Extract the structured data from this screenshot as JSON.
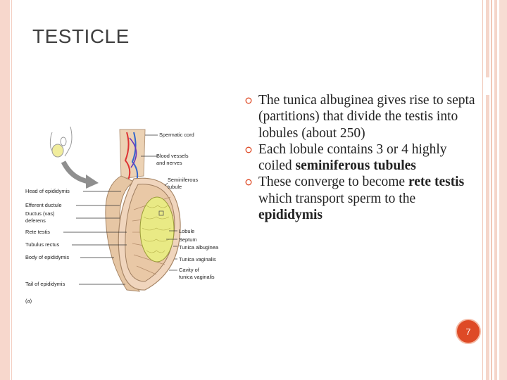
{
  "slide": {
    "title": "TESTICLE",
    "page_number": "7"
  },
  "bullets": [
    {
      "parts": [
        {
          "text": "The tunica albuginea gives rise to septa (partitions)  that divide the testis into lobules (about 250)",
          "bold": false
        }
      ]
    },
    {
      "parts": [
        {
          "text": "Each lobule contains 3 or 4 highly coiled ",
          "bold": false
        },
        {
          "text": "seminiferous tubules",
          "bold": true
        }
      ]
    },
    {
      "parts": [
        {
          "text": "These converge to become ",
          "bold": false
        },
        {
          "text": "rete testis",
          "bold": true
        },
        {
          "text": " which transport sperm to the ",
          "bold": false
        },
        {
          "text": "epididymis",
          "bold": true
        }
      ]
    }
  ],
  "diagram": {
    "labels_left": [
      "Head of epididymis",
      "Efferent ductule",
      "Ductus (vas)",
      "deferens",
      "Rete testis",
      "Tubulus rectus",
      "Body of epididymis",
      "Tail of epididymis"
    ],
    "labels_right": [
      "Spermatic cord",
      "Blood vessels",
      "and nerves",
      "Seminiferous",
      "tubule",
      "Lobule",
      "Septum",
      "Tunica albuginea",
      "Tunica vaginalis",
      "Cavity of",
      "tunica vaginalis"
    ],
    "panel_label": "(a)"
  },
  "colors": {
    "accent": "#de4a26",
    "border": "#f7d7cc",
    "lobule_fill": "#e9ea85",
    "tissue": "#e8c8a8"
  }
}
